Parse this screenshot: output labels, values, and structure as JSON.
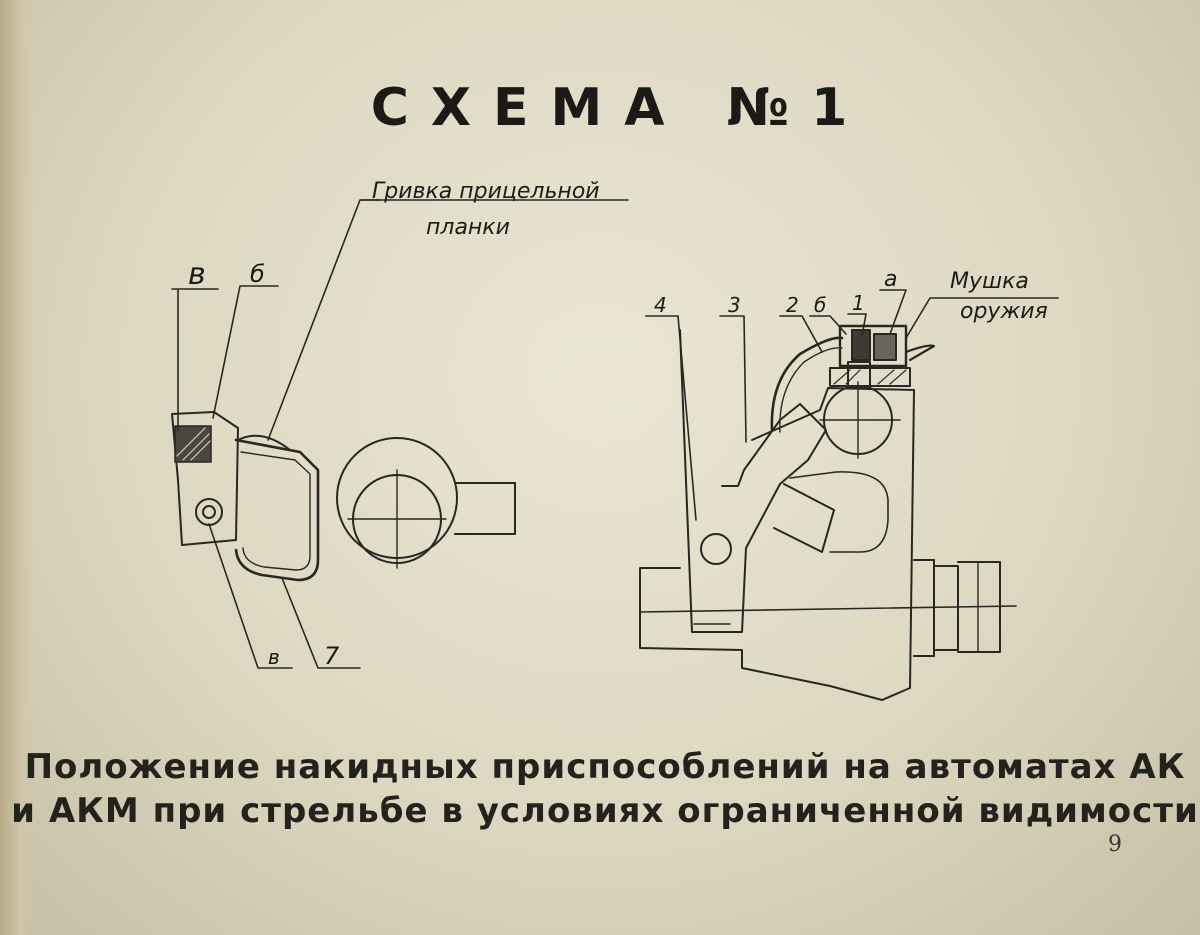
{
  "title": "СХЕМА №1",
  "caption": {
    "line1": "Положение накидных приспособлений на автоматах АК",
    "line2": "и АКМ при  стрельбе в условиях ограниченной видимости"
  },
  "page_number": "9",
  "left_figure": {
    "callout": {
      "line1": "Гривка прицельной",
      "line2": "планки"
    },
    "labels": {
      "v_top": "в",
      "six": "б",
      "v_bottom": "в",
      "seven": "7"
    }
  },
  "right_figure": {
    "callout": {
      "line1": "Мушка",
      "line2": "оружия"
    },
    "labels": {
      "four": "4",
      "three": "3",
      "two": "2",
      "b": "б",
      "one": "1",
      "a": "а"
    }
  }
}
